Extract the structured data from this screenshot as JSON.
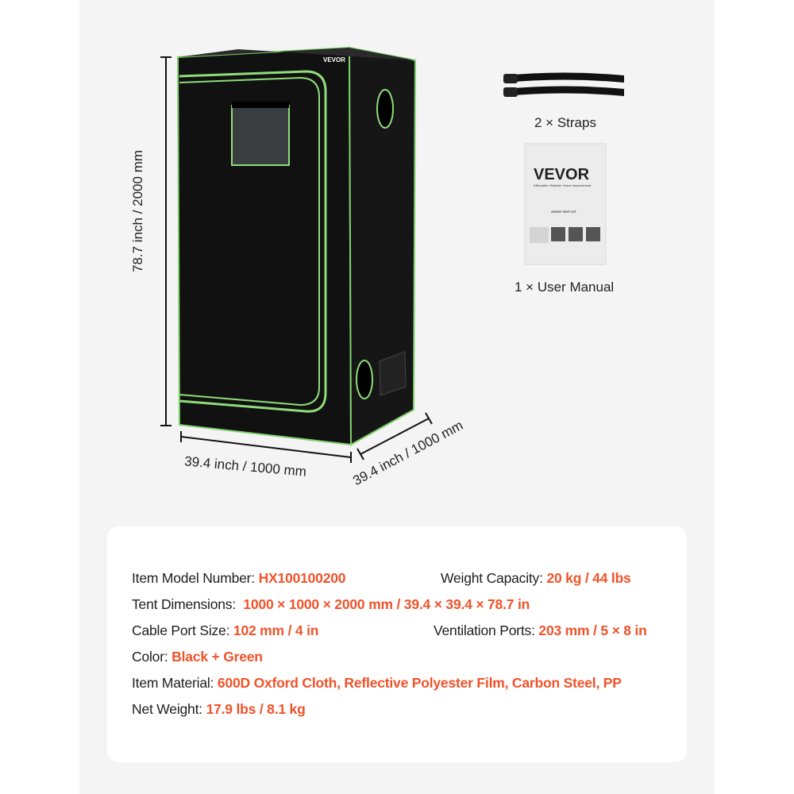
{
  "brand": "VEVOR",
  "dimensions": {
    "height": "78.7 inch / 2000 mm",
    "width": "39.4 inch / 1000 mm",
    "depth": "39.4 inch / 1000 mm"
  },
  "accessories": [
    {
      "label": "2 × Straps"
    },
    {
      "label": "1 × User Manual"
    }
  ],
  "manual": {
    "brand": "VEVOR",
    "tagline": "Affordable, Reliable, Home Improvement.",
    "title": "GROW TENT KIT"
  },
  "specs": {
    "model": {
      "label": "Item Model Number:",
      "value": "HX100100200"
    },
    "capacity": {
      "label": "Weight Capacity:",
      "value": "20 kg / 44 lbs"
    },
    "dimensions": {
      "label": "Tent Dimensions:",
      "value": "1000 × 1000 × 2000 mm / 39.4 × 39.4 × 78.7 in"
    },
    "cable_port": {
      "label": "Cable Port Size:",
      "value": "102 mm / 4 in"
    },
    "ventilation": {
      "label": "Ventilation Ports:",
      "value": "203 mm / 5 × 8 in"
    },
    "color": {
      "label": "Color:",
      "value": "Black + Green"
    },
    "material": {
      "label": "Item Material:",
      "value": "600D Oxford Cloth, Reflective Polyester Film, Carbon Steel, PP"
    },
    "net_weight": {
      "label": "Net Weight:",
      "value": "17.9 lbs / 8.1 kg"
    }
  },
  "colors": {
    "accent": "#f0532a",
    "trim": "#8fdc7a",
    "tent": "#121212",
    "panel": "#f4f4f4"
  }
}
